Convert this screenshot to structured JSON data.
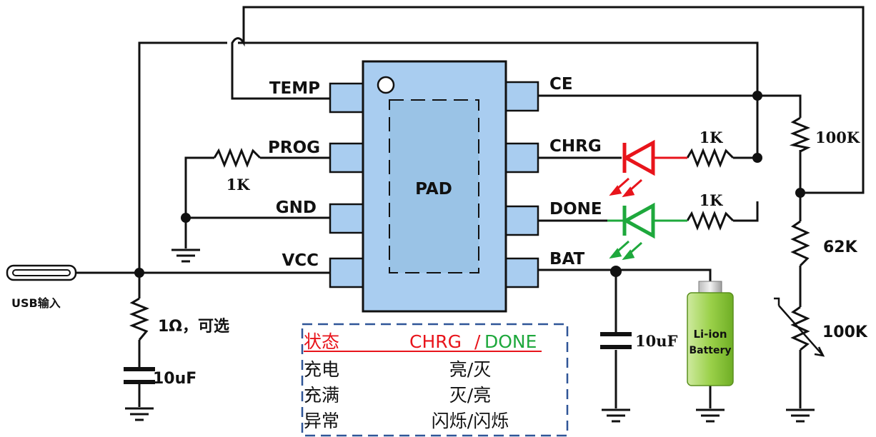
{
  "chip": {
    "center_label": "PAD"
  },
  "pins": {
    "temp": "TEMP",
    "prog": "PROG",
    "gnd": "GND",
    "vcc": "VCC",
    "ce": "CE",
    "chrg": "CHRG",
    "done": "DONE",
    "bat": "BAT"
  },
  "components": {
    "prog_resistor": "1K",
    "chrg_resistor": "1K",
    "done_resistor": "1K",
    "ce_resistor": "100K",
    "temp_resistor": "62K",
    "ntc_resistor": "100K",
    "input_resistor": "1Ω，可选",
    "input_capacitor": "10uF",
    "bat_capacitor": "10uF",
    "battery_line1": "Li-ion",
    "battery_line2": "Battery",
    "usb_label": "USB输入"
  },
  "colors": {
    "chip_fill": "#a9cdf0",
    "chip_border": "#111111",
    "pad_fill": "#9ac3e6",
    "chrg_led": "#e8141b",
    "done_led": "#1ea83c",
    "table_border": "#2f5597",
    "battery_body": "#9bd14a"
  },
  "status_table": {
    "header": {
      "state": "状态",
      "chrg": "CHRG",
      "slash": "/",
      "done": "DONE"
    },
    "rows": [
      {
        "state": "充电",
        "led": "亮/灭"
      },
      {
        "state": "充满",
        "led": "灭/亮"
      },
      {
        "state": "异常",
        "led": "闪烁/闪烁"
      }
    ]
  }
}
